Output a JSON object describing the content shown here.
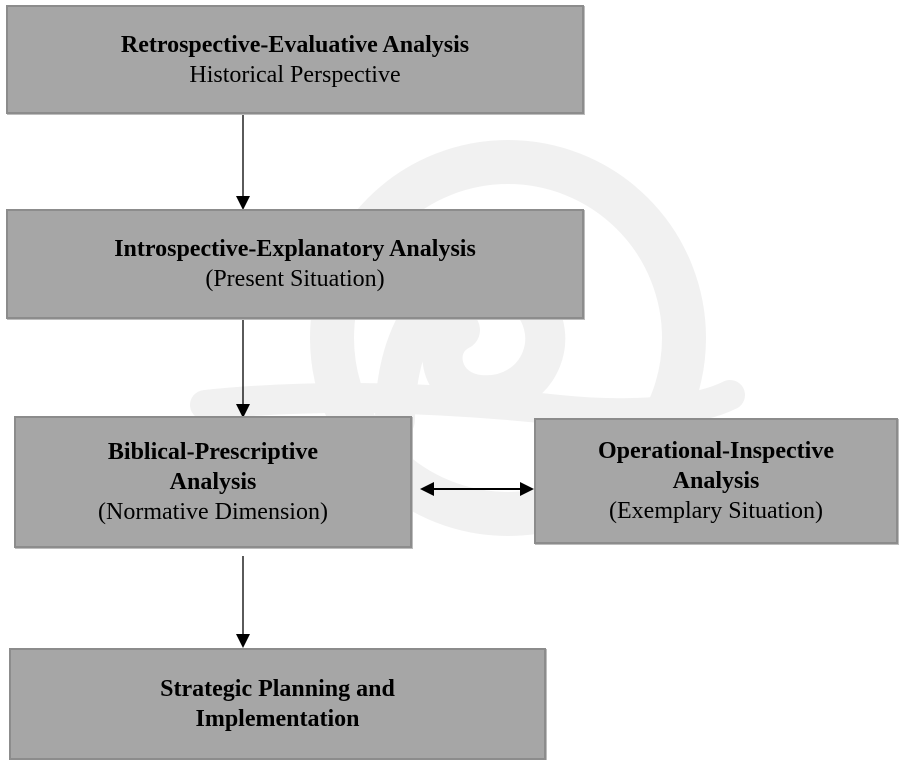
{
  "diagram": {
    "nodes": {
      "retrospective": {
        "title": "Retrospective-Evaluative Analysis",
        "subtitle": "Historical Perspective"
      },
      "introspective": {
        "title": "Introspective-Explanatory Analysis",
        "subtitle": "(Present Situation)"
      },
      "biblical": {
        "title_line1": "Biblical-Prescriptive",
        "title_line2": "Analysis",
        "subtitle": "(Normative Dimension)"
      },
      "operational": {
        "title_line1": "Operational-Inspective",
        "title_line2": "Analysis",
        "subtitle": "(Exemplary Situation)"
      },
      "strategic": {
        "title_line1": "Strategic Planning and",
        "title_line2": "Implementation"
      }
    },
    "edges": [
      {
        "from": "retrospective",
        "to": "introspective",
        "type": "arrow"
      },
      {
        "from": "introspective",
        "to": "biblical",
        "type": "arrow"
      },
      {
        "from": "biblical",
        "to": "operational",
        "type": "double-arrow"
      },
      {
        "from": "biblical",
        "to": "strategic",
        "type": "arrow"
      }
    ],
    "colors": {
      "box_fill": "#a6a6a6",
      "box_border": "#8c8c8c",
      "line": "#000000",
      "watermark": "#efefef"
    }
  }
}
